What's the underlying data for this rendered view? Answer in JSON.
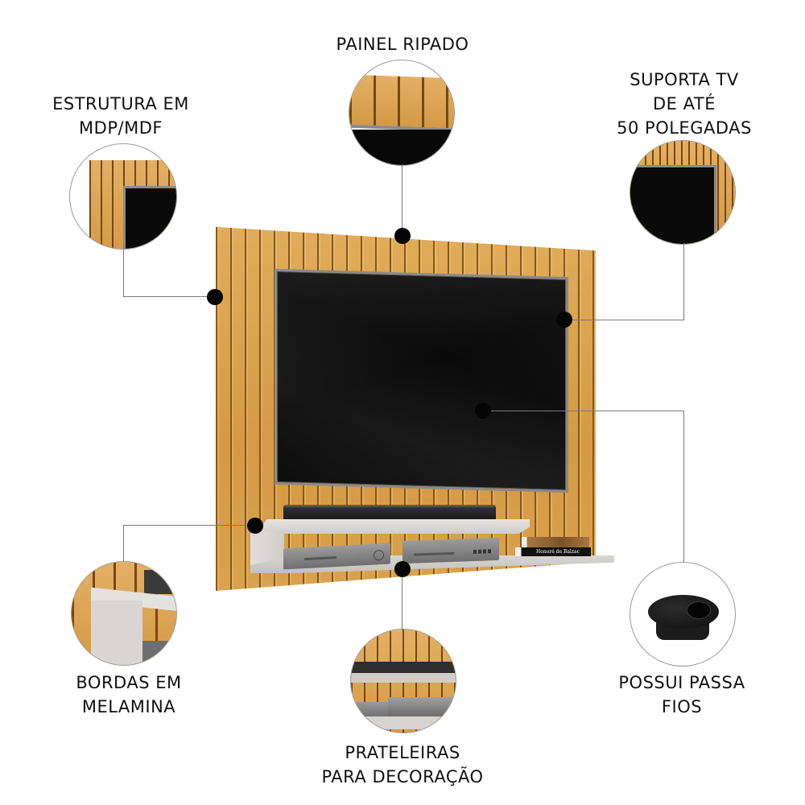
{
  "features": [
    {
      "id": "painel-ripado",
      "lines": [
        "PAINEL RIPADO"
      ]
    },
    {
      "id": "estrutura",
      "lines": [
        "ESTRUTURA EM",
        "MDP/MDF"
      ]
    },
    {
      "id": "suporta-tv",
      "lines": [
        "SUPORTA TV",
        "DE ATÉ",
        "50 POLEGADAS"
      ]
    },
    {
      "id": "bordas",
      "lines": [
        "BORDAS EM",
        "MELAMINA"
      ]
    },
    {
      "id": "passa-fios",
      "lines": [
        "POSSUI PASSA",
        "FIOS"
      ]
    },
    {
      "id": "prateleiras",
      "lines": [
        "PRATELEIRAS",
        "PARA DECORAÇÃO"
      ]
    }
  ],
  "product": {
    "book_spine_text": "Honoré de Balzac"
  },
  "colors": {
    "wood": "#d9a44f",
    "wood_groove": "#784610",
    "shelf_white": "#d6d4d1",
    "tv_screen": "#0d0d0d",
    "tv_bezel": "#8d8a86",
    "callout_dot": "#050505",
    "callout_line": "#7a7a7a"
  }
}
